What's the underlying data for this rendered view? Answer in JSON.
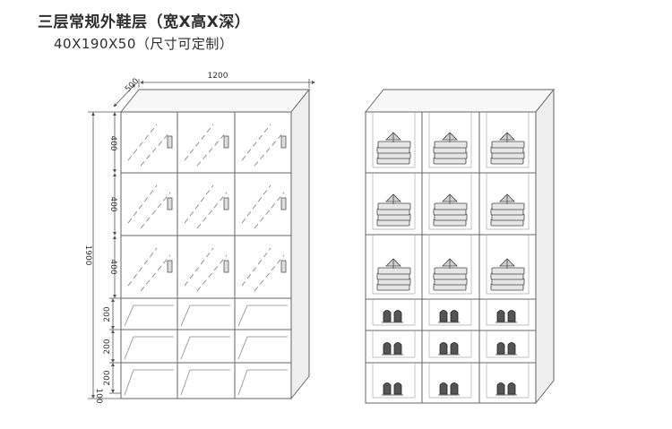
{
  "heading": {
    "title": "三层常规外鞋层（宽X高X深）",
    "subtitle": "40X190X50（尺寸可定制）"
  },
  "dimensions": {
    "depth": "500",
    "width": "1200",
    "height": "1900",
    "locker_rows": [
      "400",
      "400",
      "400"
    ],
    "shoe_rows": [
      "200",
      "200",
      "200"
    ],
    "base": "100"
  },
  "colors": {
    "line": "#555555",
    "accent_red": "#c0392b"
  }
}
